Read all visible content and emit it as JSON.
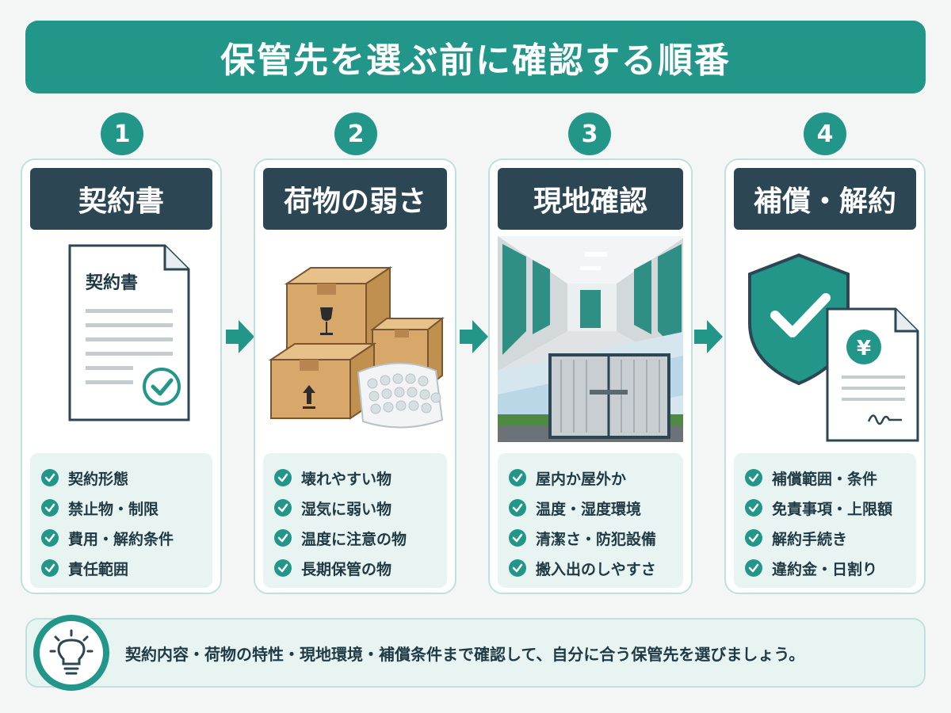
{
  "title": "保管先を選ぶ前に確認する順番",
  "steps": [
    {
      "number": "1",
      "heading": "契約書",
      "doc_label": "契約書",
      "items": [
        "契約形態",
        "禁止物・制限",
        "費用・解約条件",
        "責任範囲"
      ]
    },
    {
      "number": "2",
      "heading": "荷物の弱さ",
      "items": [
        "壊れやすい物",
        "湿気に弱い物",
        "温度に注意の物",
        "長期保管の物"
      ]
    },
    {
      "number": "3",
      "heading": "現地確認",
      "items": [
        "屋内か屋外か",
        "温度・湿度環境",
        "清潔さ・防犯設備",
        "搬入出のしやすさ"
      ]
    },
    {
      "number": "4",
      "heading": "補償・解約",
      "yen_symbol": "¥",
      "items": [
        "補償範囲・条件",
        "免責事項・上限額",
        "解約手続き",
        "違約金・日割り"
      ]
    }
  ],
  "tip": "契約内容・荷物の特性・現地環境・補償条件まで確認して、自分に合う保管先を選びましょう。",
  "colors": {
    "accent": "#23968a",
    "dark": "#2c4753",
    "light": "#e7f4f2",
    "border": "#bfe0dc"
  }
}
